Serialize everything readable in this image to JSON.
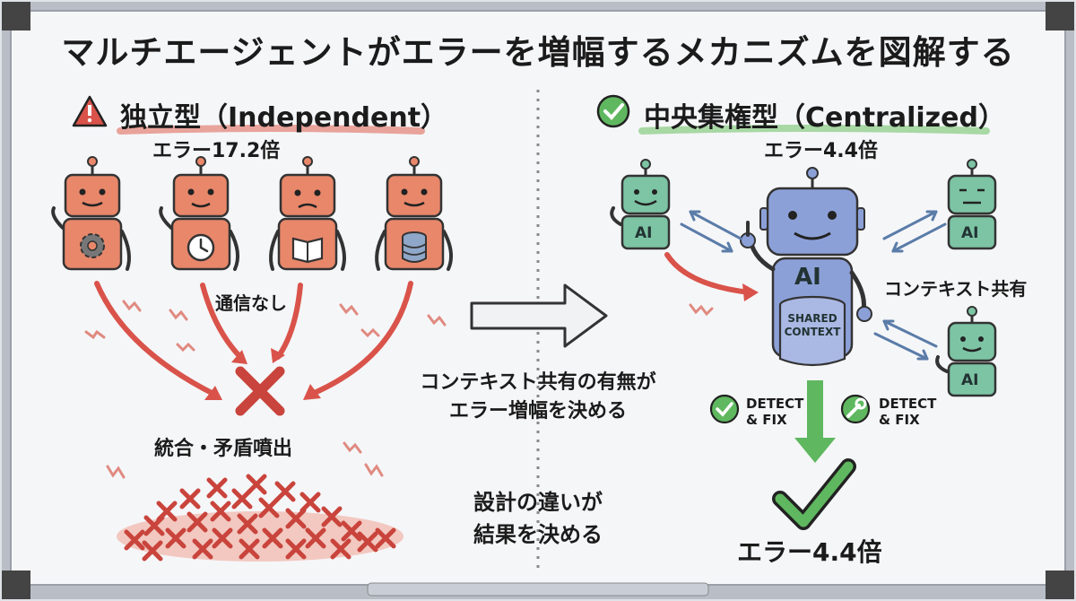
{
  "title": "マルチエージェントがエラーを増幅するメカニズムを図解する",
  "left": {
    "heading": "独立型（Independent）",
    "error_label": "エラー17.2倍",
    "no_communication": "通信なし",
    "result": "統合・矛盾噴出",
    "icons": [
      "warning-icon",
      "gear-icon",
      "clock-icon",
      "book-icon",
      "database-icon",
      "x-mark-icon"
    ]
  },
  "middle": {
    "line1": "コンテキスト共有の有無が",
    "line2": "エラー増幅を決める",
    "footer1": "設計の違いが",
    "footer2": "結果を決める"
  },
  "right": {
    "heading": "中央集権型（Centralized）",
    "error_top": "エラー4.4倍",
    "context_share": "コンテキスト共有",
    "ai": "AI",
    "shared_context": "SHARED\nCONTEXT",
    "detect_fix": "DETECT\n& FIX",
    "error_bottom": "エラー4.4倍",
    "icons": [
      "check-circle-icon",
      "wrench-icon",
      "checkmark-icon"
    ]
  },
  "colors": {
    "red": "#d9534a",
    "robot_orange": "#e8876a",
    "robot_green": "#7cc4a4",
    "robot_blue": "#8ca0d8",
    "green": "#58b45a",
    "board": "#f5f6f8"
  }
}
